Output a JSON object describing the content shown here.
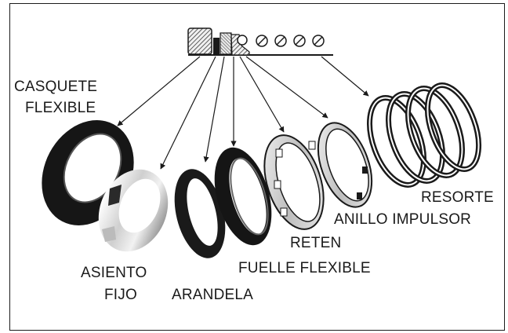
{
  "labels": {
    "casquete_flexible_line1": "CASQUETE",
    "casquete_flexible_line2": "FLEXIBLE",
    "asiento_fijo_line1": "ASIENTO",
    "asiento_fijo_line2": "FIJO",
    "arandela": "ARANDELA",
    "fuelle_flexible": "FUELLE FLEXIBLE",
    "reten": "RETEN",
    "anillo_impulsor": "ANILLO IMPULSOR",
    "resorte": "RESORTE"
  },
  "colors": {
    "ink": "#1a1a1a",
    "ring_dark": "#161616",
    "metal_light": "#d9d9d9",
    "background": "#ffffff"
  }
}
